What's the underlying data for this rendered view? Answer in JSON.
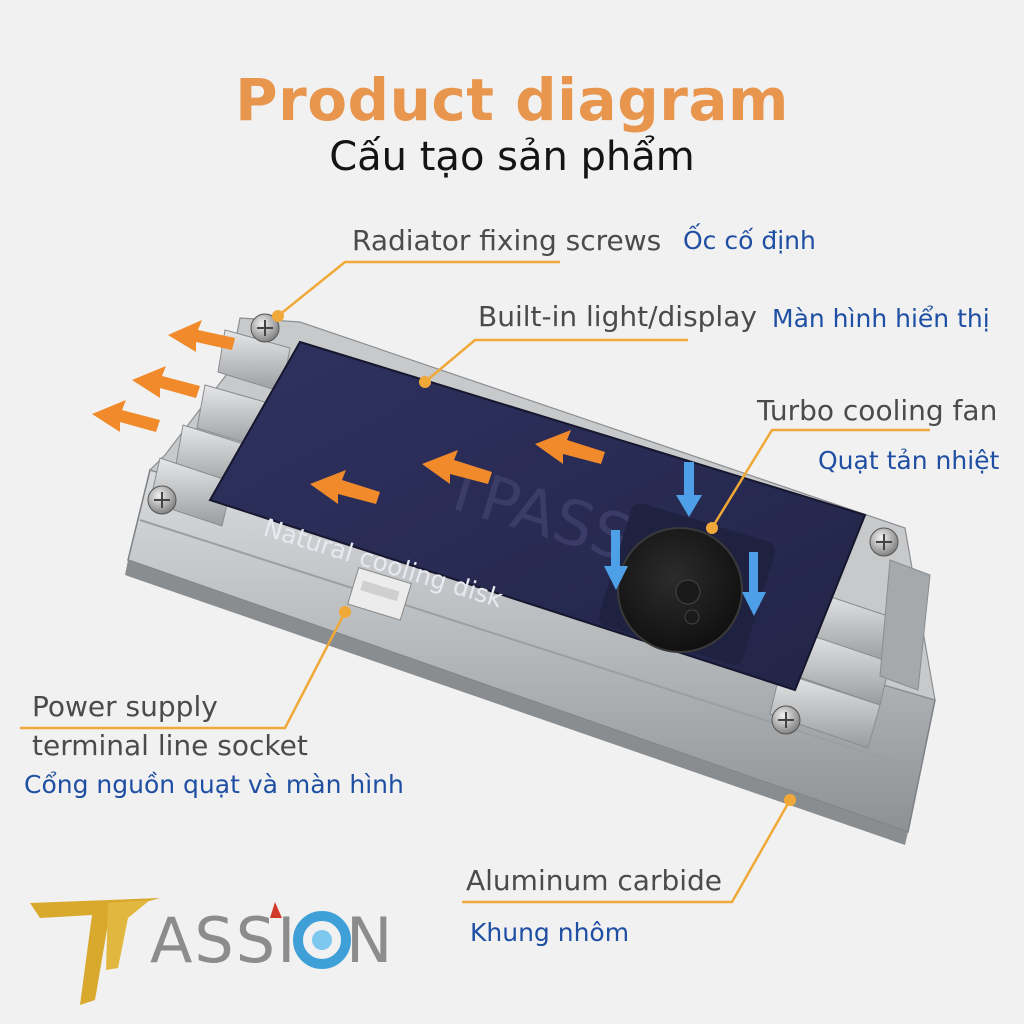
{
  "header": {
    "title": "Product diagram",
    "subtitle": "Cấu tạo sản phẩm"
  },
  "callouts": [
    {
      "id": "screws",
      "label_en": "Radiator fixing screws",
      "label_vi": "Ốc cố định"
    },
    {
      "id": "display",
      "label_en": "Built-in light/display",
      "label_vi": "Màn hình hiển thị"
    },
    {
      "id": "fan",
      "label_en": "Turbo cooling fan",
      "label_vi": "Quạt tản nhiệt"
    },
    {
      "id": "socket",
      "label_en_line1": "Power supply",
      "label_en_line2": "terminal line socket",
      "label_vi": "Cổng nguồn quạt và màn hình"
    },
    {
      "id": "frame",
      "label_en": "Aluminum carbide",
      "label_vi": "Khung nhôm"
    }
  ],
  "product": {
    "panel_text": "Natural cooling disk"
  },
  "brand": {
    "logo_text": "TPASSION"
  },
  "colors": {
    "title": "#e8954e",
    "leader_line": "#f0a938",
    "vietnamese_label": "#1f4fa3",
    "english_label": "#4b4b4b",
    "panel": "#2a2c56",
    "frame": "#b9bcbf",
    "airflow_arrow": "#f08a2a",
    "intake_arrow": "#4da0e8"
  }
}
